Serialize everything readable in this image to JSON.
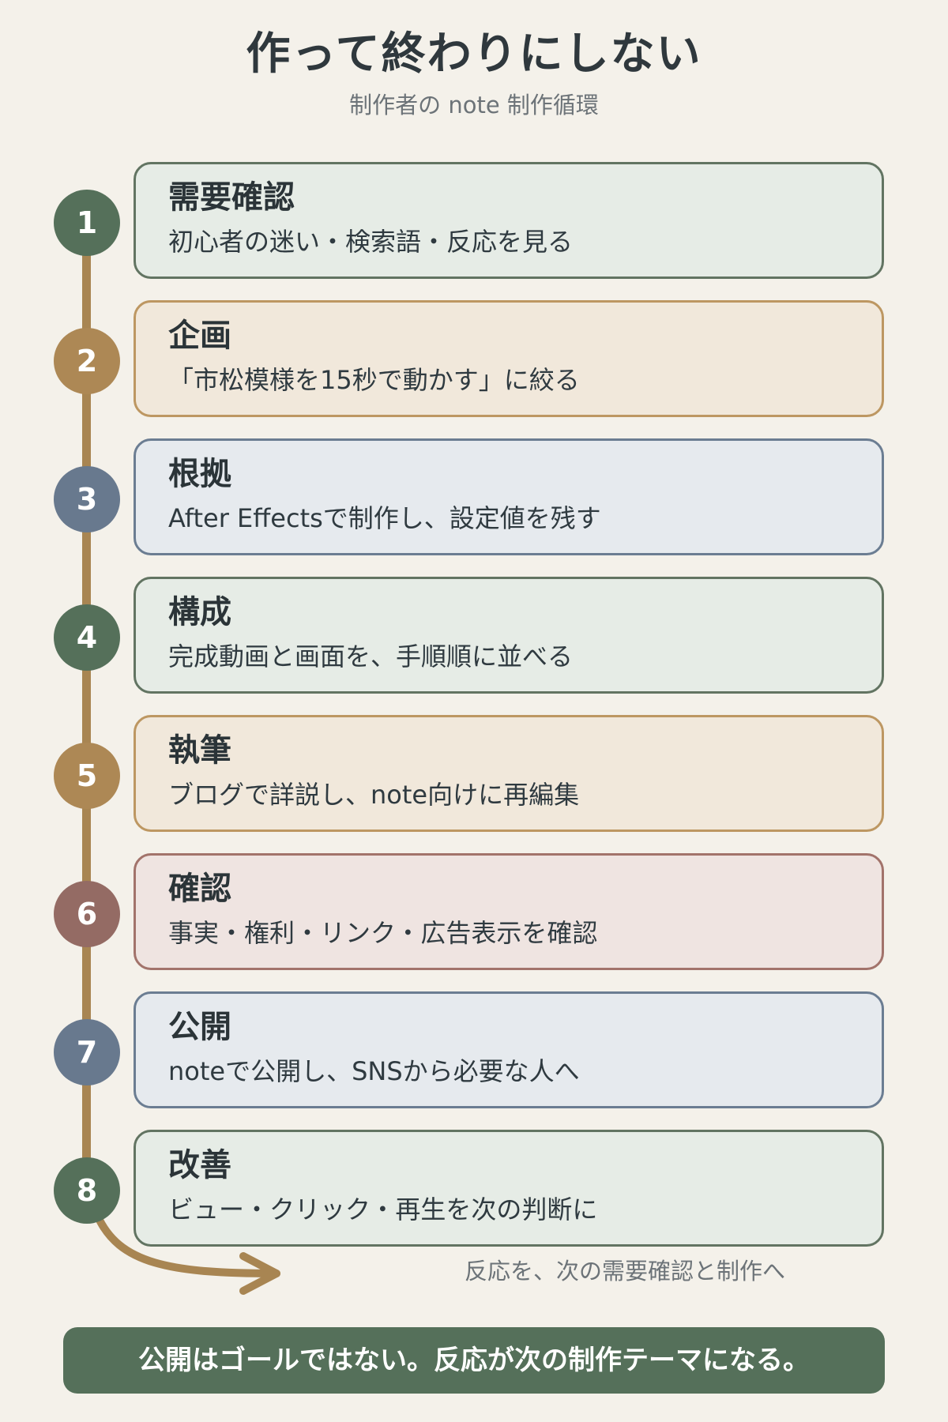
{
  "header": {
    "title": "作って終わりにしない",
    "subtitle": "制作者の note 制作循環"
  },
  "steps": [
    {
      "number": "1",
      "title": "需要確認",
      "description": "初心者の迷い・検索語・反応を見る",
      "color": "#55705a"
    },
    {
      "number": "2",
      "title": "企画",
      "description": "「市松模様を15秒で動かす」に絞る",
      "color": "#ad8855"
    },
    {
      "number": "3",
      "title": "根拠",
      "description": "After Effectsで制作し、設定値を残す",
      "color": "#68798e"
    },
    {
      "number": "4",
      "title": "構成",
      "description": "完成動画と画面を、手順順に並べる",
      "color": "#55705a"
    },
    {
      "number": "5",
      "title": "執筆",
      "description": "ブログで詳説し、note向けに再編集",
      "color": "#ad8855"
    },
    {
      "number": "6",
      "title": "確認",
      "description": "事実・権利・リンク・広告表示を確認",
      "color": "#946b64"
    },
    {
      "number": "7",
      "title": "公開",
      "description": "noteで公開し、SNSから必要な人へ",
      "color": "#68798e"
    },
    {
      "number": "8",
      "title": "改善",
      "description": "ビュー・クリック・再生を次の判断に",
      "color": "#55705a"
    }
  ],
  "loop_note": "反応を、次の需要確認と制作へ",
  "footer": {
    "text": "公開はゴールではない。反応が次の制作テーマになる。"
  }
}
